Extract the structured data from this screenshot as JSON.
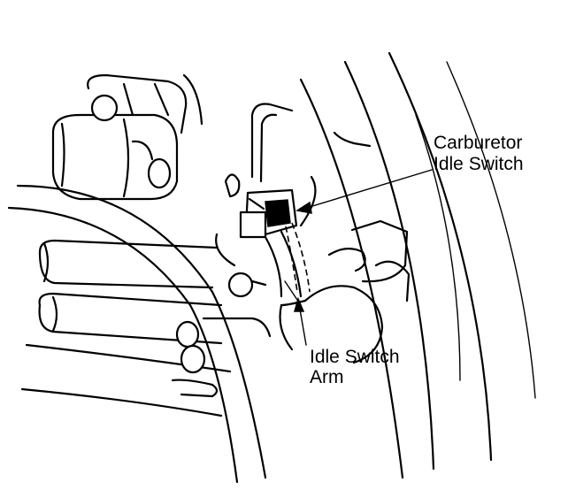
{
  "callouts": {
    "idle_switch": {
      "line1": "Carburetor",
      "line2": "Idle Switch"
    },
    "switch_arm": {
      "line1": "Idle Switch",
      "line2": "Arm"
    }
  }
}
